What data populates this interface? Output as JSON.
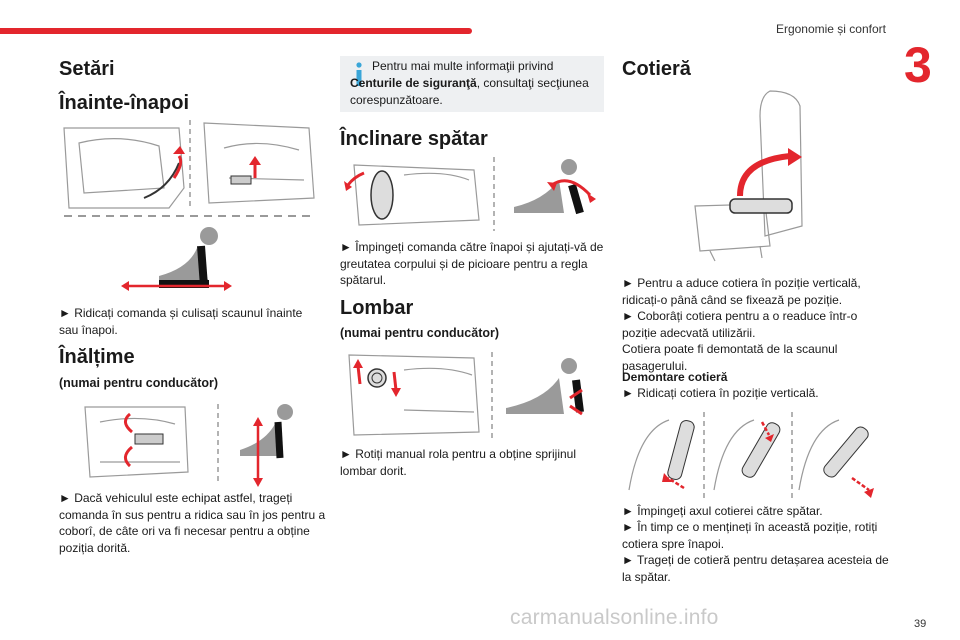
{
  "header": {
    "section_title": "Ergonomie și confort",
    "chapter": "3",
    "page_number": "39"
  },
  "col1": {
    "heading": "Setări",
    "sub1_title": "Înainte-înapoi",
    "sub1_text": "► Ridicați comanda și culisați scaunul înainte sau înapoi.",
    "sub2_title": "Înălțime",
    "sub2_qualifier": "(numai pentru conducător)",
    "sub2_text": "► Dacă vehiculul este echipat astfel, trageți comanda în sus pentru a ridica sau în jos pentru a coborî, de câte ori va fi necesar pentru a obține poziția dorită."
  },
  "col2": {
    "note_prefix": "Pentru mai multe informaţii privind ",
    "note_bold": "Centurile de siguranţă",
    "note_suffix": ", consultaţi secţiunea corespunzătoare.",
    "sub1_title": "Înclinare spătar",
    "sub1_text": "► Împingeți comanda către înapoi și ajutați-vă de greutatea corpului și de picioare pentru a regla spătarul.",
    "sub2_title": "Lombar",
    "sub2_qualifier": "(numai pentru conducător)",
    "sub2_text": "► Rotiți manual rola pentru a obține sprijinul lombar dorit."
  },
  "col3": {
    "heading": "Cotieră",
    "p1": "► Pentru a aduce cotiera în poziție verticală, ridicați-o până când se fixează pe poziție.",
    "p2": "► Coborâți cotiera pentru a o readuce într-o poziție adecvată utilizării.",
    "p3": "Cotiera poate fi demontată de la scaunul pasagerului.",
    "subhead": "Demontare cotieră",
    "p4": "► Ridicați cotiera în poziție verticală.",
    "p5": "► Împingeți axul cotierei către spătar.",
    "p6": "► În timp ce o mențineți în această poziție, rotiți cotiera spre înapoi.",
    "p7": "► Trageți de cotieră pentru detașarea acesteia de la spătar."
  },
  "watermark": "carmanualsonline.info",
  "colors": {
    "accent": "#e3262d",
    "note_bg": "#eef0f2",
    "figure_grey": "#9a9a9a"
  }
}
